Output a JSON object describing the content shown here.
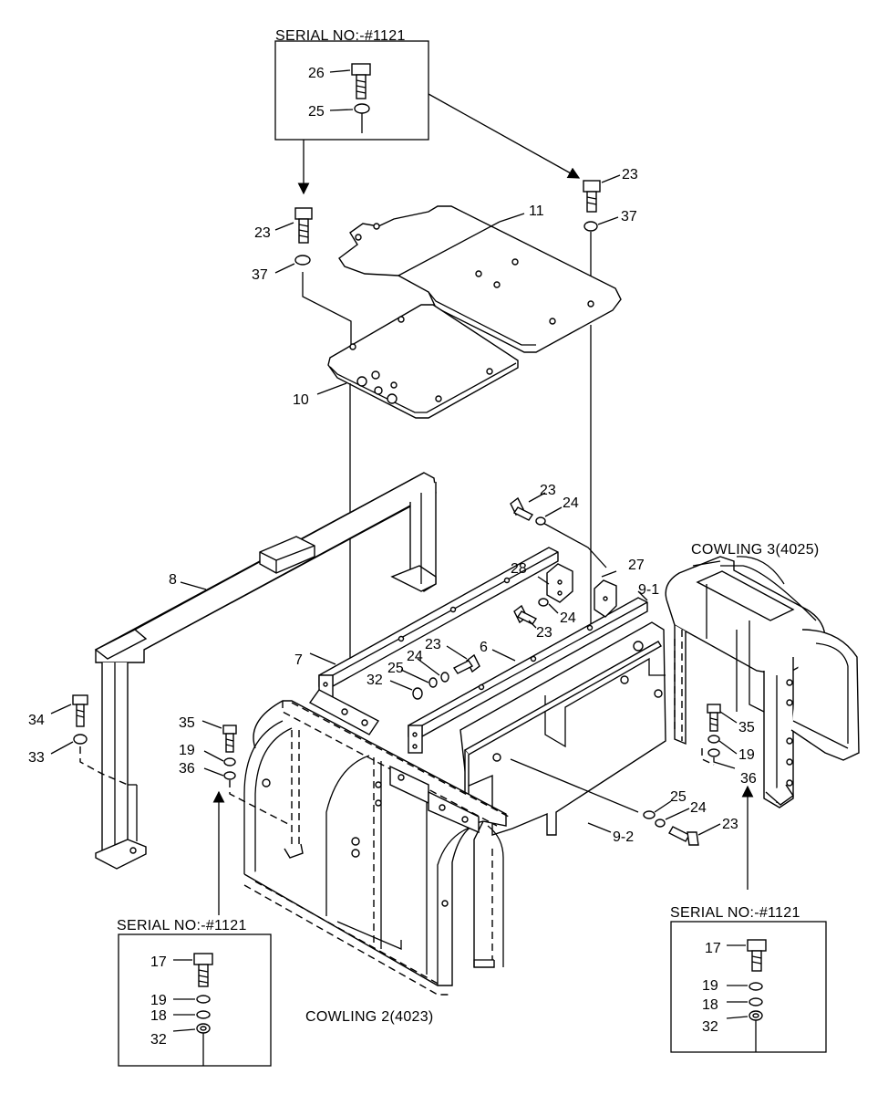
{
  "serial_boxes": [
    {
      "header": "SERIAL NO:-#1121",
      "labels": [
        "26",
        "25"
      ]
    },
    {
      "header": "SERIAL NO:-#1121",
      "labels": [
        "17",
        "19",
        "18",
        "32"
      ]
    },
    {
      "header": "SERIAL NO:-#1121",
      "labels": [
        "17",
        "19",
        "18",
        "32"
      ]
    }
  ],
  "cowlings": {
    "cowling3": "COWLING 3(4025)",
    "cowling2": "COWLING 2(4023)"
  },
  "callouts": {
    "p23_top_right": "23",
    "p37_top_right": "37",
    "p11": "11",
    "p23_top_left": "23",
    "p37_top_left": "37",
    "p10": "10",
    "p23_mid": "23",
    "p24_mid": "24",
    "p27": "27",
    "p9_1": "9-1",
    "p28": "28",
    "p24_b": "24",
    "p23_b": "23",
    "p8": "8",
    "p7": "7",
    "p23_c": "23",
    "p6": "6",
    "p24_c": "24",
    "p25_c": "25",
    "p32": "32",
    "p34": "34",
    "p33": "33",
    "p35_left": "35",
    "p19_left": "19",
    "p36_left": "36",
    "p35_right": "35",
    "p19_right": "19",
    "p36_right": "36",
    "p25_bot": "25",
    "p24_bot": "24",
    "p23_bot": "23",
    "p9_2": "9-2"
  }
}
